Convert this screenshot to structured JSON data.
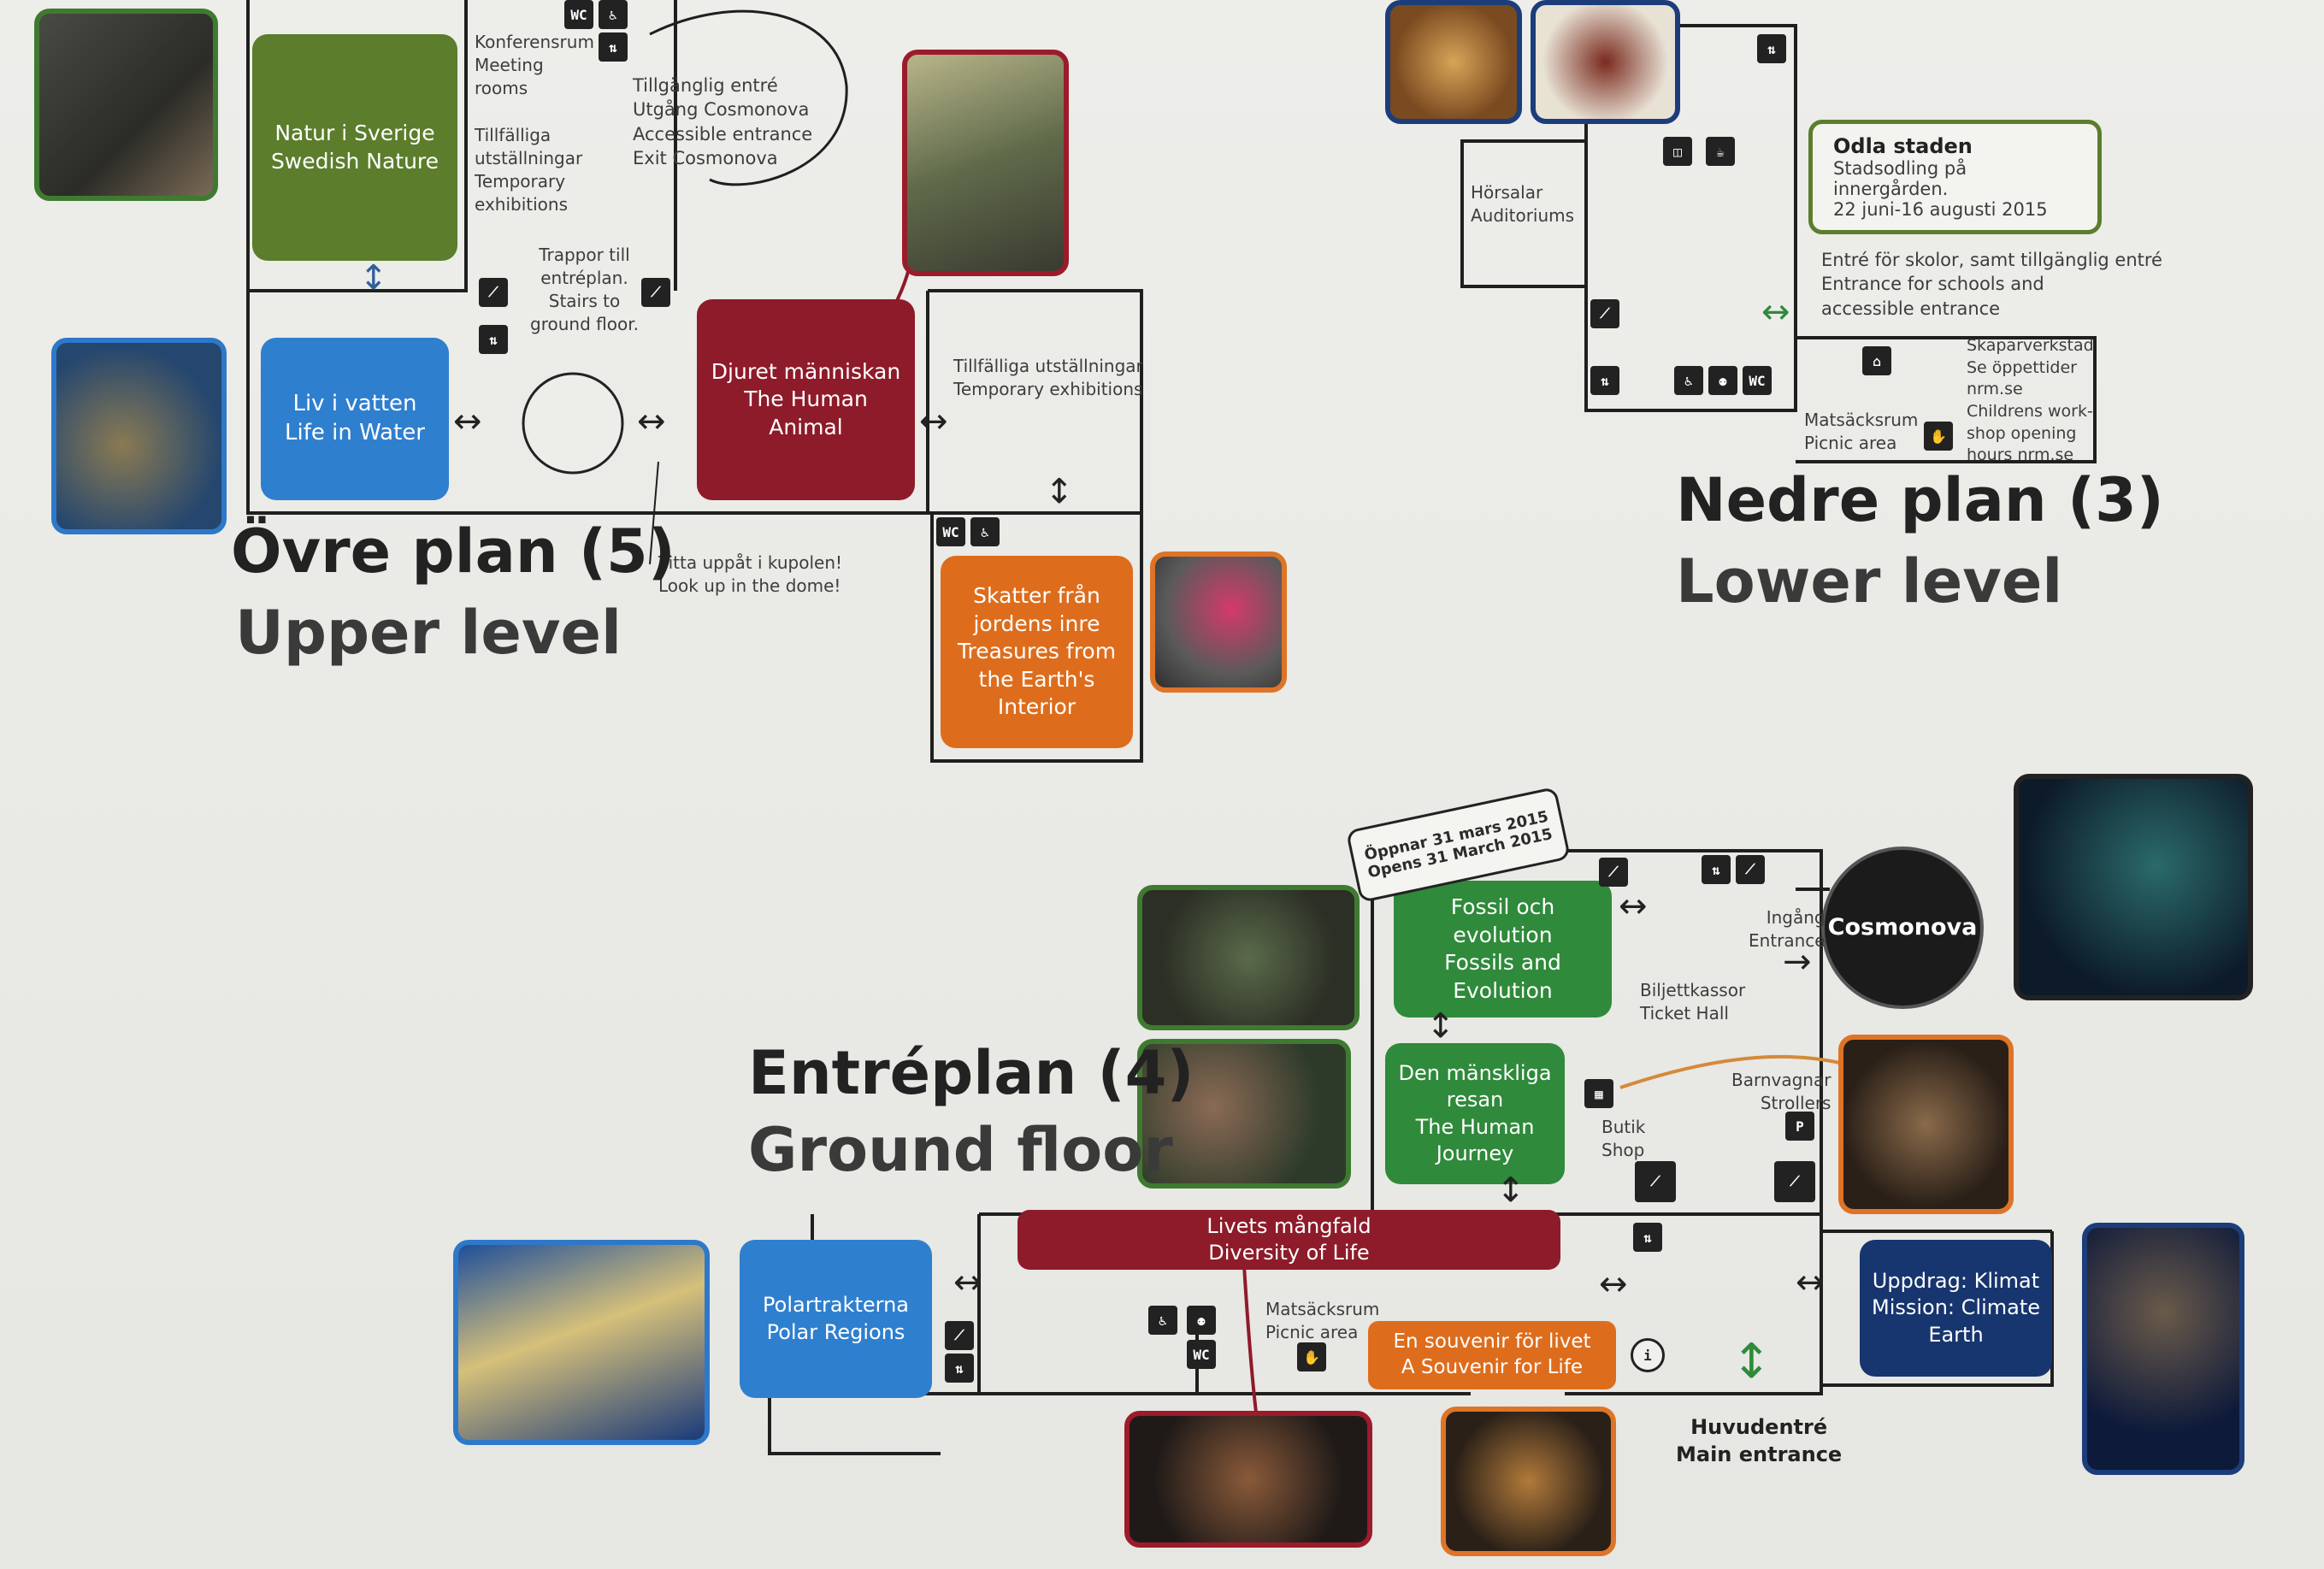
{
  "upper": {
    "title_sv": "Övre plan (5)",
    "title_en": "Upper level",
    "natur": "Natur i Sverige\nSwedish Nature",
    "liv": "Liv i vatten\nLife in Water",
    "djuret": "Djuret människan\nThe Human Animal",
    "skatter": "Skatter från\njordens inre\nTreasures from\nthe Earth's Interior",
    "konferens": "Konferensrum\nMeeting\nrooms",
    "tillfalliga": "Tillfälliga\nutställningar\nTemporary\nexhibitions",
    "trappor": "Trappor till\nentréplan.\nStairs to\nground floor.",
    "tillganglig": "Tillgänglig entré\nUtgång Cosmonova\nAccessible entrance\nExit Cosmonova",
    "tillf2": "Tillfälliga utställningar\nTemporary exhibitions",
    "titta": "Titta uppåt i kupolen!\nLook up in the dome!"
  },
  "lower": {
    "title_sv": "Nedre plan (3)",
    "title_en": "Lower level",
    "horsalar": "Hörsalar\nAuditoriums",
    "odla_title": "Odla staden",
    "odla_sub": "Stadsodling på innergården.\n22 juni-16 augusti 2015",
    "entre_skolor": "Entré för skolor, samt tillgänglig entré\nEntrance for schools and\naccessible entrance",
    "matsack": "Matsäcksrum\nPicnic area",
    "skapar": "Skaparverkstad\nSe öppettider\nnrm.se\nChildrens work-\nshop opening\nhours nrm.se"
  },
  "ground": {
    "title_sv": "Entréplan (4)",
    "title_en": "Ground floor",
    "fossil": "Fossil och evolution\nFossils and Evolution",
    "oppnar": "Öppnar 31 mars 2015\nOpens 31 March 2015",
    "resan": "Den mänskliga\nresan\nThe Human\nJourney",
    "livets": "Livets mångfald\nDiversity of Life",
    "polar": "Polartrakterna\nPolar Regions",
    "souvenir": "En souvenir för livet\nA Souvenir for Life",
    "cosmonova": "Cosmonova",
    "uppdrag": "Uppdrag: Klimat\nMission: Climate\nEarth",
    "ingang": "Ingång\nEntrance",
    "biljett": "Biljettkassor\nTicket Hall",
    "butik": "Butik\nShop",
    "barnvagnar": "Barnvagnar\nStrollers",
    "matsack": "Matsäcksrum\nPicnic area",
    "huvud": "Huvudentré\nMain entrance"
  },
  "icons": {
    "wc": "WC",
    "parking": "P",
    "info": "i",
    "lift": "⇅",
    "stairs": "⟋",
    "access": "♿"
  },
  "colors": {
    "green": "#2f8a3b",
    "blue": "#2f7fcf",
    "red": "#8e1b2a",
    "orange": "#dd6d1d",
    "navy": "#17356e",
    "olive": "#5b7d2c"
  }
}
